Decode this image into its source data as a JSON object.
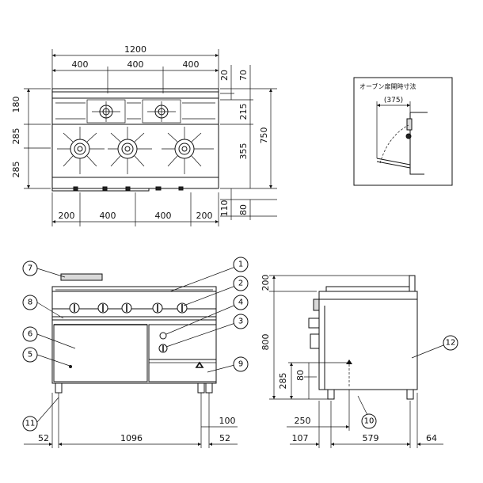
{
  "top_view": {
    "dims_top": [
      "1200",
      "400",
      "400",
      "400"
    ],
    "dims_right_small": [
      "20",
      "70"
    ],
    "dims_right": [
      "215",
      "355",
      "750"
    ],
    "dims_left": [
      "180",
      "285",
      "285"
    ],
    "dims_bottom": [
      "200",
      "400",
      "400",
      "200"
    ],
    "dims_bottom_right": [
      "110",
      "80"
    ]
  },
  "inset": {
    "title": "オーブン扉開時寸法",
    "dim": "(375)"
  },
  "front_view": {
    "callouts": [
      "1",
      "2",
      "3",
      "4",
      "5",
      "6",
      "7",
      "8",
      "9",
      "11"
    ],
    "dims_bottom": [
      "52",
      "1096",
      "52"
    ],
    "dim_small": "100"
  },
  "side_view": {
    "callouts": [
      "10",
      "12"
    ],
    "dims_left": [
      "200",
      "800",
      "285",
      "80"
    ],
    "dim_250": "250",
    "dims_bottom": [
      "107",
      "579",
      "64"
    ]
  }
}
